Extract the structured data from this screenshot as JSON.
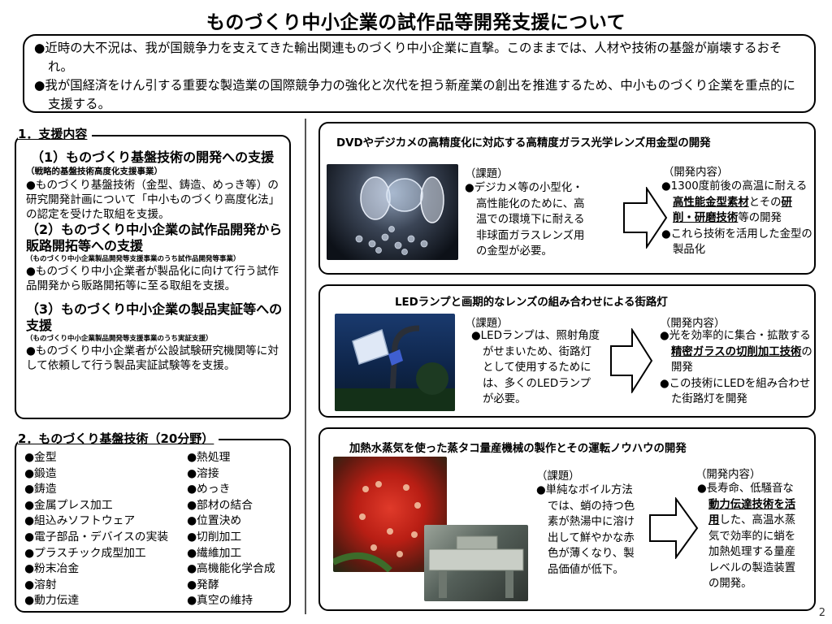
{
  "title": "ものづくり中小企業の試作品等開発支援について",
  "summary": [
    "●近時の大不況は、我が国競争力を支えてきた輸出関連ものづくり中小企業に直撃。このままでは、人材や技術の基盤が崩壊するおそれ。",
    "●我が国経済をけん引する重要な製造業の国際競争力の強化と次代を担う新産業の創出を推進するため、中小ものづくり企業を重点的に支援する。"
  ],
  "section1": {
    "heading": "1．支援内容",
    "items": [
      {
        "title": "（1）ものづくり基盤技術の開発への支援",
        "sub": "（戦略的基盤技術高度化支援事業）",
        "body": "●ものづくり基盤技術（金型、鋳造、めっき等）の研究開発計画について「中小ものづくり高度化法」の認定を受けた取組を支援。"
      },
      {
        "title": "（2）ものづくり中小企業の試作品開発から販路開拓等への支援",
        "sub": "（ものづくり中小企業製品開発等支援事業のうち試作品開発等事業）",
        "body": "●ものづくり中小企業者が製品化に向けて行う試作品開発から販路開拓等に至る取組を支援。"
      },
      {
        "title": "（3）ものづくり中小企業の製品実証等への支援",
        "sub": "（ものづくり中小企業製品開発等支援事業のうち実証支援）",
        "body": "●ものづくり中小企業者が公設試験研究機関等に対して依頼して行う製品実証試験等を支援。"
      }
    ]
  },
  "section2": {
    "heading": "2．ものづくり基盤技術（20分野）",
    "col1": [
      "●金型",
      "●鍛造",
      "●鋳造",
      "●金属プレス加工",
      "●組込みソフトウェア",
      "●電子部品・デバイスの実装",
      "●プラスチック成型加工",
      "●粉末冶金",
      "●溶射",
      "●動力伝達"
    ],
    "col2": [
      "●熱処理",
      "●溶接",
      "●めっき",
      "●部材の結合",
      "●位置決め",
      "●切削加工",
      "●繊維加工",
      "●高機能化学合成",
      "●発酵",
      "●真空の維持"
    ]
  },
  "cases": [
    {
      "title": "DVDやデジカメの高精度化に対応する高精度ガラス光学レンズ用金型の開発",
      "problem_label": "（課題）",
      "problem": "●デジカメ等の小型化・高性能化のために、高温での環境下に耐える非球面ガラスレンズ用の金型が必要。",
      "dev_label": "（開発内容）",
      "dev_1a": "●1300度前後の高温に耐える",
      "dev_1b": "高性能金型素材",
      "dev_1c": "とその",
      "dev_1d": "研削・研磨技術",
      "dev_1e": "等の開発",
      "dev_2": "●これら技術を活用した金型の製品化"
    },
    {
      "title": "LEDランプと画期的なレンズの組み合わせによる街路灯",
      "problem_label": "（課題）",
      "problem": "●LEDランプは、照射角度がせまいため、街路灯として使用するためには、多くのLEDランプが必要。",
      "dev_label": "（開発内容）",
      "dev_1a": "●光を効率的に集合・拡散する",
      "dev_1b": "精密ガラスの切削加工技術",
      "dev_1c": "の開発",
      "dev_2": "●この技術にLEDを組み合わせた街路灯を開発"
    },
    {
      "title": "加熱水蒸気を使った蒸タコ量産機械の製作とその運転ノウハウの開発",
      "problem_label": "（課題）",
      "problem": "●単純なボイル方法では、蛸の持つ色素が熱湯中に溶け出して鮮やかな赤色が薄くなり、製品価値が低下。",
      "dev_label": "（開発内容）",
      "dev_1a": "●長寿命、低騒音な",
      "dev_1b": "動力伝達技術を活用",
      "dev_1c": "した、高温水蒸気で効率的に蛸を加熱処理する量産レベルの製造装置の開発。"
    }
  ],
  "page_number": "2"
}
